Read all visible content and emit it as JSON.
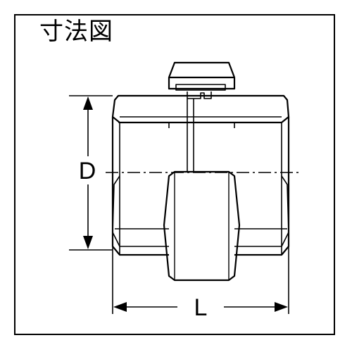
{
  "title": "寸法図",
  "dimensions": {
    "diameter_label": "D",
    "length_label": "L"
  },
  "colors": {
    "outline": "#000000",
    "body_fill": "#ffffff"
  }
}
